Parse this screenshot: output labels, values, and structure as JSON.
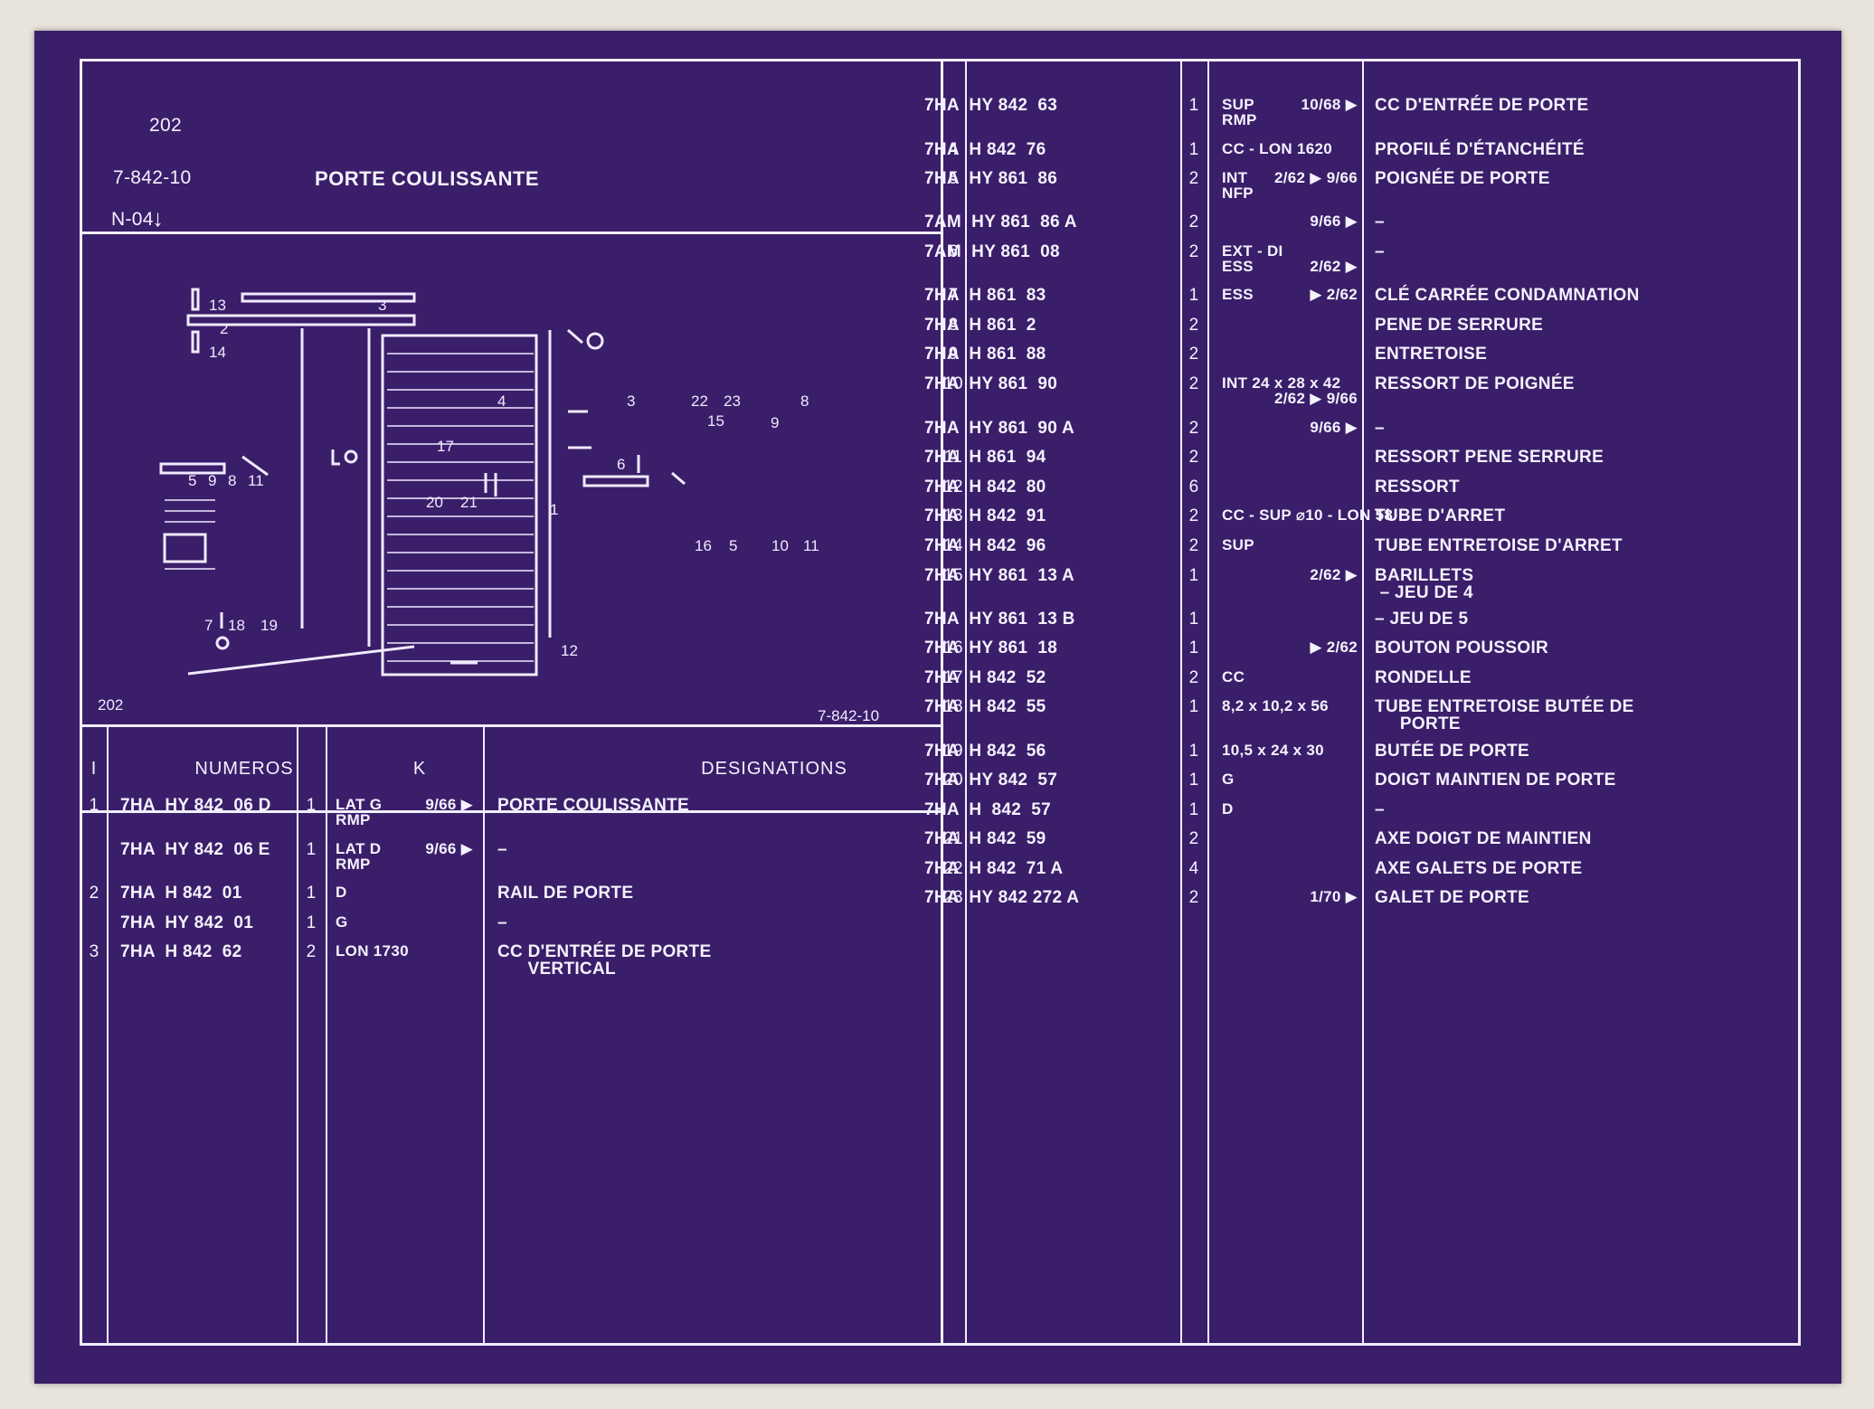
{
  "header": {
    "plate_number": "202",
    "ref_code": "7-842-10",
    "title": "PORTE COULISSANTE",
    "version": "N-04",
    "down_arrow": "↓"
  },
  "figure": {
    "plate_label": "202",
    "ref_label": "7-842-10",
    "callouts": [
      "13",
      "3",
      "2",
      "14",
      "4",
      "3",
      "22",
      "23",
      "8",
      "15",
      "9",
      "17",
      "6",
      "5",
      "9",
      "8",
      "11",
      "20",
      "21",
      "1",
      "16",
      "5",
      "10",
      "11",
      "7",
      "18",
      "19",
      "12"
    ]
  },
  "columns": {
    "index": "I",
    "numbers": "NUMEROS",
    "qty": "K",
    "designations": "DESIGNATIONS"
  },
  "table": {
    "rows": [
      {
        "i": "1",
        "num": "7HA  HY 842  06 D",
        "k": "1",
        "note": "LAT G\nRMP",
        "date": "9/66 ▶",
        "des": "PORTE COULISSANTE"
      },
      {
        "i": "",
        "num": "7HA  HY 842  06 E",
        "k": "1",
        "note": "LAT D\nRMP",
        "date": "9/66 ▶",
        "des": "–"
      },
      {
        "i": "2",
        "num": "7HA  H 842  01",
        "k": "1",
        "note": "D",
        "date": "",
        "des": "RAIL DE PORTE"
      },
      {
        "i": "",
        "num": "7HA  HY 842  01",
        "k": "1",
        "note": "G",
        "date": "",
        "des": "–"
      },
      {
        "i": "3",
        "num": "7HA  H 842  62",
        "k": "2",
        "note": "LON 1730",
        "date": "",
        "des": "CC D'ENTRÉE DE PORTE\n      VERTICAL"
      },
      {
        "i": "",
        "num": "7HA  HY 842  63",
        "k": "1",
        "note": "SUP\nRMP",
        "date": "10/68 ▶",
        "des": "CC D'ENTRÉE DE PORTE"
      },
      {
        "i": "4",
        "num": "7HA  H 842  76",
        "k": "1",
        "note": "CC - LON 1620",
        "date": "",
        "des": "PROFILÉ D'ÉTANCHÉITÉ"
      },
      {
        "i": "5",
        "num": "7HA  HY 861  86",
        "k": "2",
        "note": "INT\nNFP",
        "date": "2/62 ▶ 9/66",
        "des": "POIGNÉE DE PORTE"
      },
      {
        "i": "",
        "num": "7AM  HY 861  86 A",
        "k": "2",
        "note": "",
        "date": "9/66 ▶",
        "des": "–"
      },
      {
        "i": "6",
        "num": "7AM  HY 861  08",
        "k": "2",
        "note": "EXT - DI\nESS",
        "date": "\n2/62 ▶",
        "des": "–"
      },
      {
        "i": "7",
        "num": "7HA  H 861  83",
        "k": "1",
        "note": "ESS",
        "date": "▶ 2/62",
        "des": "CLÉ CARRÉE CONDAMNATION"
      },
      {
        "i": "8",
        "num": "7HA  H 861  2",
        "k": "2",
        "note": "",
        "date": "",
        "des": "PENE DE SERRURE"
      },
      {
        "i": "9",
        "num": "7HA  H 861  88",
        "k": "2",
        "note": "",
        "date": "",
        "des": "ENTRETOISE"
      },
      {
        "i": "10",
        "num": "7HA  HY 861  90",
        "k": "2",
        "note": "INT 24 x 28 x 42",
        "date": "\n2/62 ▶ 9/66",
        "des": "RESSORT DE POIGNÉE"
      },
      {
        "i": "",
        "num": "7HA  HY 861  90 A",
        "k": "2",
        "note": "",
        "date": "9/66 ▶",
        "des": "–"
      },
      {
        "i": "11",
        "num": "7HA  H 861  94",
        "k": "2",
        "note": "",
        "date": "",
        "des": "RESSORT PENE SERRURE"
      },
      {
        "i": "12",
        "num": "7HA  H 842  80",
        "k": "6",
        "note": "",
        "date": "",
        "des": "RESSORT"
      },
      {
        "i": "13",
        "num": "7HA  H 842  91",
        "k": "2",
        "note": "CC - SUP ⌀10 - LON 58",
        "date": "",
        "des": "TUBE D'ARRET"
      },
      {
        "i": "14",
        "num": "7HA  H 842  96",
        "k": "2",
        "note": "SUP",
        "date": "",
        "des": "TUBE ENTRETOISE D'ARRET"
      },
      {
        "i": "15",
        "num": "7HA  HY 861  13 A",
        "k": "1",
        "note": "",
        "date": "2/62 ▶",
        "des": "BARILLETS\n – JEU DE 4"
      },
      {
        "i": "",
        "num": "7HA  HY 861  13 B",
        "k": "1",
        "note": "",
        "date": "",
        "des": "– JEU DE 5"
      },
      {
        "i": "16",
        "num": "7HA  HY 861  18",
        "k": "1",
        "note": "",
        "date": "▶ 2/62",
        "des": "BOUTON POUSSOIR"
      },
      {
        "i": "17",
        "num": "7HA  H 842  52",
        "k": "2",
        "note": "CC",
        "date": "",
        "des": "RONDELLE"
      },
      {
        "i": "18",
        "num": "7HA  H 842  55",
        "k": "1",
        "note": "8,2 x 10,2 x 56",
        "date": "",
        "des": "TUBE ENTRETOISE BUTÉE DE\n     PORTE"
      },
      {
        "i": "19",
        "num": "7HA  H 842  56",
        "k": "1",
        "note": "10,5 x 24 x 30",
        "date": "",
        "des": "BUTÉE DE PORTE"
      },
      {
        "i": "20",
        "num": "7HA  HY 842  57",
        "k": "1",
        "note": "G",
        "date": "",
        "des": "DOIGT MAINTIEN DE PORTE"
      },
      {
        "i": "",
        "num": "7HA  H  842  57",
        "k": "1",
        "note": "D",
        "date": "",
        "des": "–"
      },
      {
        "i": "21",
        "num": "7HA  H 842  59",
        "k": "2",
        "note": "",
        "date": "",
        "des": "AXE DOIGT DE MAINTIEN"
      },
      {
        "i": "22",
        "num": "7HA  H 842  71 A",
        "k": "4",
        "note": "",
        "date": "",
        "des": "AXE GALETS DE PORTE"
      },
      {
        "i": "23",
        "num": "7HA  HY 842 272 A",
        "k": "2",
        "note": "",
        "date": "1/70 ▶",
        "des": "GALET DE PORTE"
      }
    ]
  },
  "colors": {
    "sheet": "#3b1e69",
    "ink": "#f1eefc",
    "background": "#e8e4dc"
  }
}
